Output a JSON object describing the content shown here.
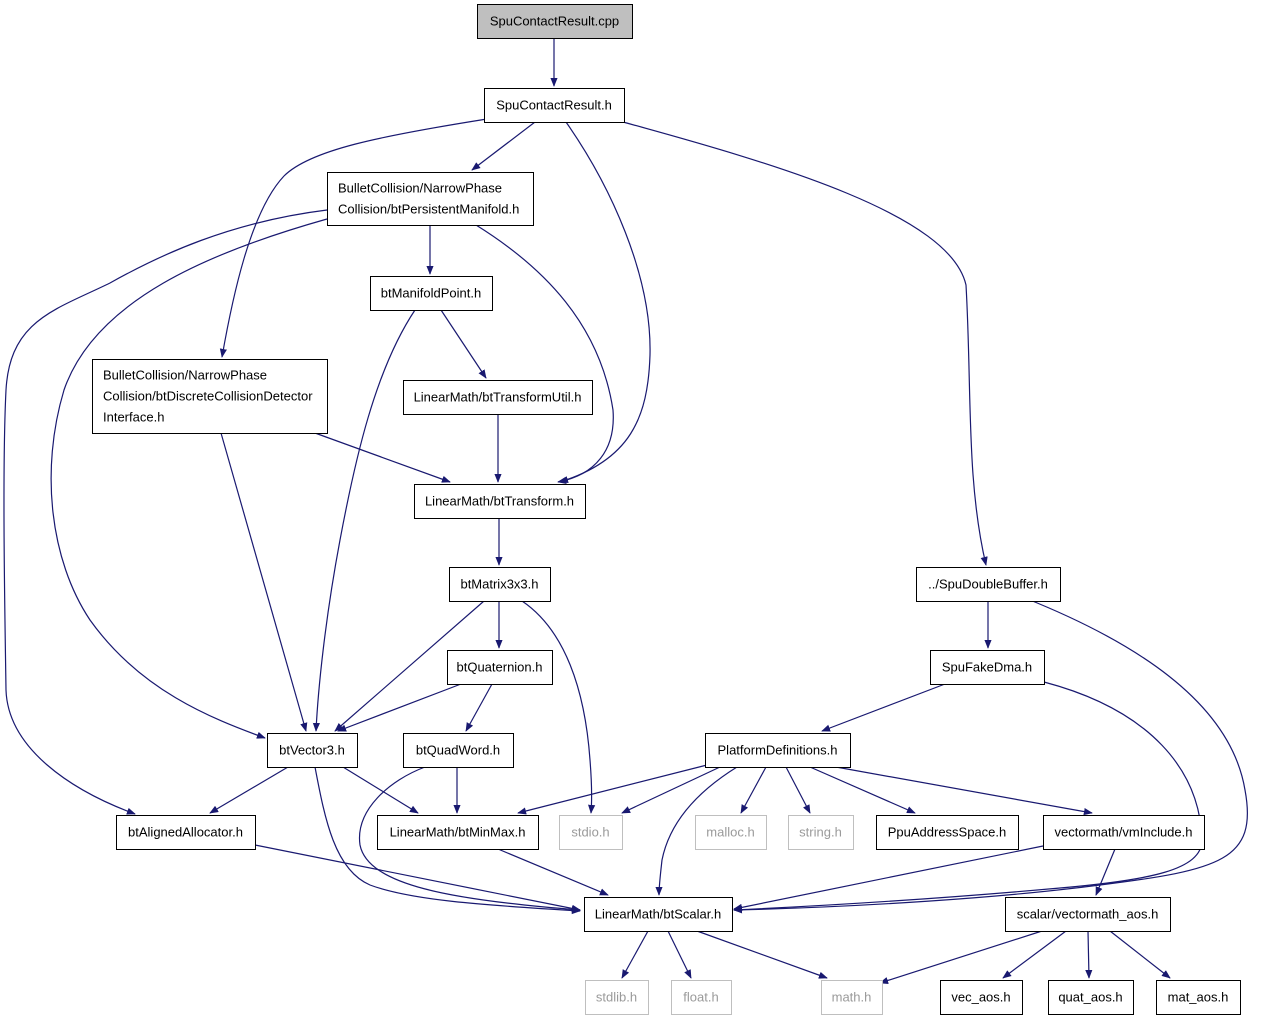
{
  "diagram": {
    "type": "include-dependency-graph",
    "nodes": [
      {
        "id": "spucontactresult_cpp",
        "lines": [
          "SpuContactResult.cpp"
        ],
        "style": "root"
      },
      {
        "id": "spucontactresult_h",
        "lines": [
          "SpuContactResult.h"
        ],
        "style": "normal"
      },
      {
        "id": "btpersistentmanifold_h",
        "lines": [
          "BulletCollision/NarrowPhase",
          "Collision/btPersistentManifold.h"
        ],
        "style": "normal"
      },
      {
        "id": "btdiscretecollisiondetector_h",
        "lines": [
          "BulletCollision/NarrowPhase",
          "Collision/btDiscreteCollisionDetector",
          "Interface.h"
        ],
        "style": "normal"
      },
      {
        "id": "btmanifoldpoint_h",
        "lines": [
          "btManifoldPoint.h"
        ],
        "style": "normal"
      },
      {
        "id": "bttransformutil_h",
        "lines": [
          "LinearMath/btTransformUtil.h"
        ],
        "style": "normal"
      },
      {
        "id": "bttransform_h",
        "lines": [
          "LinearMath/btTransform.h"
        ],
        "style": "normal"
      },
      {
        "id": "btmatrix3x3_h",
        "lines": [
          "btMatrix3x3.h"
        ],
        "style": "normal"
      },
      {
        "id": "btquaternion_h",
        "lines": [
          "btQuaternion.h"
        ],
        "style": "normal"
      },
      {
        "id": "btvector3_h",
        "lines": [
          "btVector3.h"
        ],
        "style": "normal"
      },
      {
        "id": "btquadword_h",
        "lines": [
          "btQuadWord.h"
        ],
        "style": "normal"
      },
      {
        "id": "btalignedallocator_h",
        "lines": [
          "btAlignedAllocator.h"
        ],
        "style": "normal"
      },
      {
        "id": "btminmax_h",
        "lines": [
          "LinearMath/btMinMax.h"
        ],
        "style": "normal"
      },
      {
        "id": "stdio_h",
        "lines": [
          "stdio.h"
        ],
        "style": "missing"
      },
      {
        "id": "spudoublebuffer_h",
        "lines": [
          "../SpuDoubleBuffer.h"
        ],
        "style": "normal"
      },
      {
        "id": "spufakedma_h",
        "lines": [
          "SpuFakeDma.h"
        ],
        "style": "normal"
      },
      {
        "id": "platformdefinitions_h",
        "lines": [
          "PlatformDefinitions.h"
        ],
        "style": "normal"
      },
      {
        "id": "malloc_h",
        "lines": [
          "malloc.h"
        ],
        "style": "missing"
      },
      {
        "id": "string_h",
        "lines": [
          "string.h"
        ],
        "style": "missing"
      },
      {
        "id": "ppuaddressspace_h",
        "lines": [
          "PpuAddressSpace.h"
        ],
        "style": "normal"
      },
      {
        "id": "vminclude_h",
        "lines": [
          "vectormath/vmInclude.h"
        ],
        "style": "normal"
      },
      {
        "id": "btscalar_h",
        "lines": [
          "LinearMath/btScalar.h"
        ],
        "style": "normal"
      },
      {
        "id": "vectormath_aos_h",
        "lines": [
          "scalar/vectormath_aos.h"
        ],
        "style": "normal"
      },
      {
        "id": "stdlib_h",
        "lines": [
          "stdlib.h"
        ],
        "style": "missing"
      },
      {
        "id": "float_h",
        "lines": [
          "float.h"
        ],
        "style": "missing"
      },
      {
        "id": "math_h",
        "lines": [
          "math.h"
        ],
        "style": "missing"
      },
      {
        "id": "vec_aos_h",
        "lines": [
          "vec_aos.h"
        ],
        "style": "normal"
      },
      {
        "id": "quat_aos_h",
        "lines": [
          "quat_aos.h"
        ],
        "style": "normal"
      },
      {
        "id": "mat_aos_h",
        "lines": [
          "mat_aos.h"
        ],
        "style": "normal"
      }
    ],
    "edges": [
      {
        "from": "spucontactresult_cpp",
        "to": "spucontactresult_h"
      },
      {
        "from": "spucontactresult_h",
        "to": "btpersistentmanifold_h"
      },
      {
        "from": "spucontactresult_h",
        "to": "btdiscretecollisiondetector_h"
      },
      {
        "from": "spucontactresult_h",
        "to": "bttransform_h"
      },
      {
        "from": "spucontactresult_h",
        "to": "spudoublebuffer_h"
      },
      {
        "from": "btpersistentmanifold_h",
        "to": "btmanifoldpoint_h"
      },
      {
        "from": "btpersistentmanifold_h",
        "to": "bttransform_h"
      },
      {
        "from": "btpersistentmanifold_h",
        "to": "btvector3_h"
      },
      {
        "from": "btpersistentmanifold_h",
        "to": "btalignedallocator_h"
      },
      {
        "from": "btmanifoldpoint_h",
        "to": "bttransformutil_h"
      },
      {
        "from": "btmanifoldpoint_h",
        "to": "btvector3_h"
      },
      {
        "from": "bttransformutil_h",
        "to": "bttransform_h"
      },
      {
        "from": "btdiscretecollisiondetector_h",
        "to": "bttransform_h"
      },
      {
        "from": "btdiscretecollisiondetector_h",
        "to": "btvector3_h"
      },
      {
        "from": "bttransform_h",
        "to": "btmatrix3x3_h"
      },
      {
        "from": "btmatrix3x3_h",
        "to": "btquaternion_h"
      },
      {
        "from": "btmatrix3x3_h",
        "to": "btvector3_h"
      },
      {
        "from": "btmatrix3x3_h",
        "to": "stdio_h"
      },
      {
        "from": "btquaternion_h",
        "to": "btvector3_h"
      },
      {
        "from": "btquaternion_h",
        "to": "btquadword_h"
      },
      {
        "from": "btquadword_h",
        "to": "btminmax_h"
      },
      {
        "from": "btquadword_h",
        "to": "btscalar_h"
      },
      {
        "from": "btvector3_h",
        "to": "btalignedallocator_h"
      },
      {
        "from": "btvector3_h",
        "to": "btminmax_h"
      },
      {
        "from": "btvector3_h",
        "to": "btscalar_h"
      },
      {
        "from": "btalignedallocator_h",
        "to": "btscalar_h"
      },
      {
        "from": "btminmax_h",
        "to": "btscalar_h"
      },
      {
        "from": "spudoublebuffer_h",
        "to": "spufakedma_h"
      },
      {
        "from": "spudoublebuffer_h",
        "to": "btscalar_h"
      },
      {
        "from": "spufakedma_h",
        "to": "platformdefinitions_h"
      },
      {
        "from": "spufakedma_h",
        "to": "btscalar_h"
      },
      {
        "from": "platformdefinitions_h",
        "to": "btminmax_h"
      },
      {
        "from": "platformdefinitions_h",
        "to": "stdio_h"
      },
      {
        "from": "platformdefinitions_h",
        "to": "btscalar_h"
      },
      {
        "from": "platformdefinitions_h",
        "to": "malloc_h"
      },
      {
        "from": "platformdefinitions_h",
        "to": "string_h"
      },
      {
        "from": "platformdefinitions_h",
        "to": "ppuaddressspace_h"
      },
      {
        "from": "platformdefinitions_h",
        "to": "vminclude_h"
      },
      {
        "from": "vminclude_h",
        "to": "btscalar_h"
      },
      {
        "from": "vminclude_h",
        "to": "vectormath_aos_h"
      },
      {
        "from": "btscalar_h",
        "to": "stdlib_h"
      },
      {
        "from": "btscalar_h",
        "to": "float_h"
      },
      {
        "from": "btscalar_h",
        "to": "math_h"
      },
      {
        "from": "vectormath_aos_h",
        "to": "math_h"
      },
      {
        "from": "vectormath_aos_h",
        "to": "vec_aos_h"
      },
      {
        "from": "vectormath_aos_h",
        "to": "quat_aos_h"
      },
      {
        "from": "vectormath_aos_h",
        "to": "mat_aos_h"
      }
    ],
    "colors": {
      "edge": "#191970",
      "node_border": "#000000",
      "root_fill": "#bfbfbf",
      "missing_border": "#bfbfbf",
      "missing_text": "#9a9a9a"
    }
  }
}
